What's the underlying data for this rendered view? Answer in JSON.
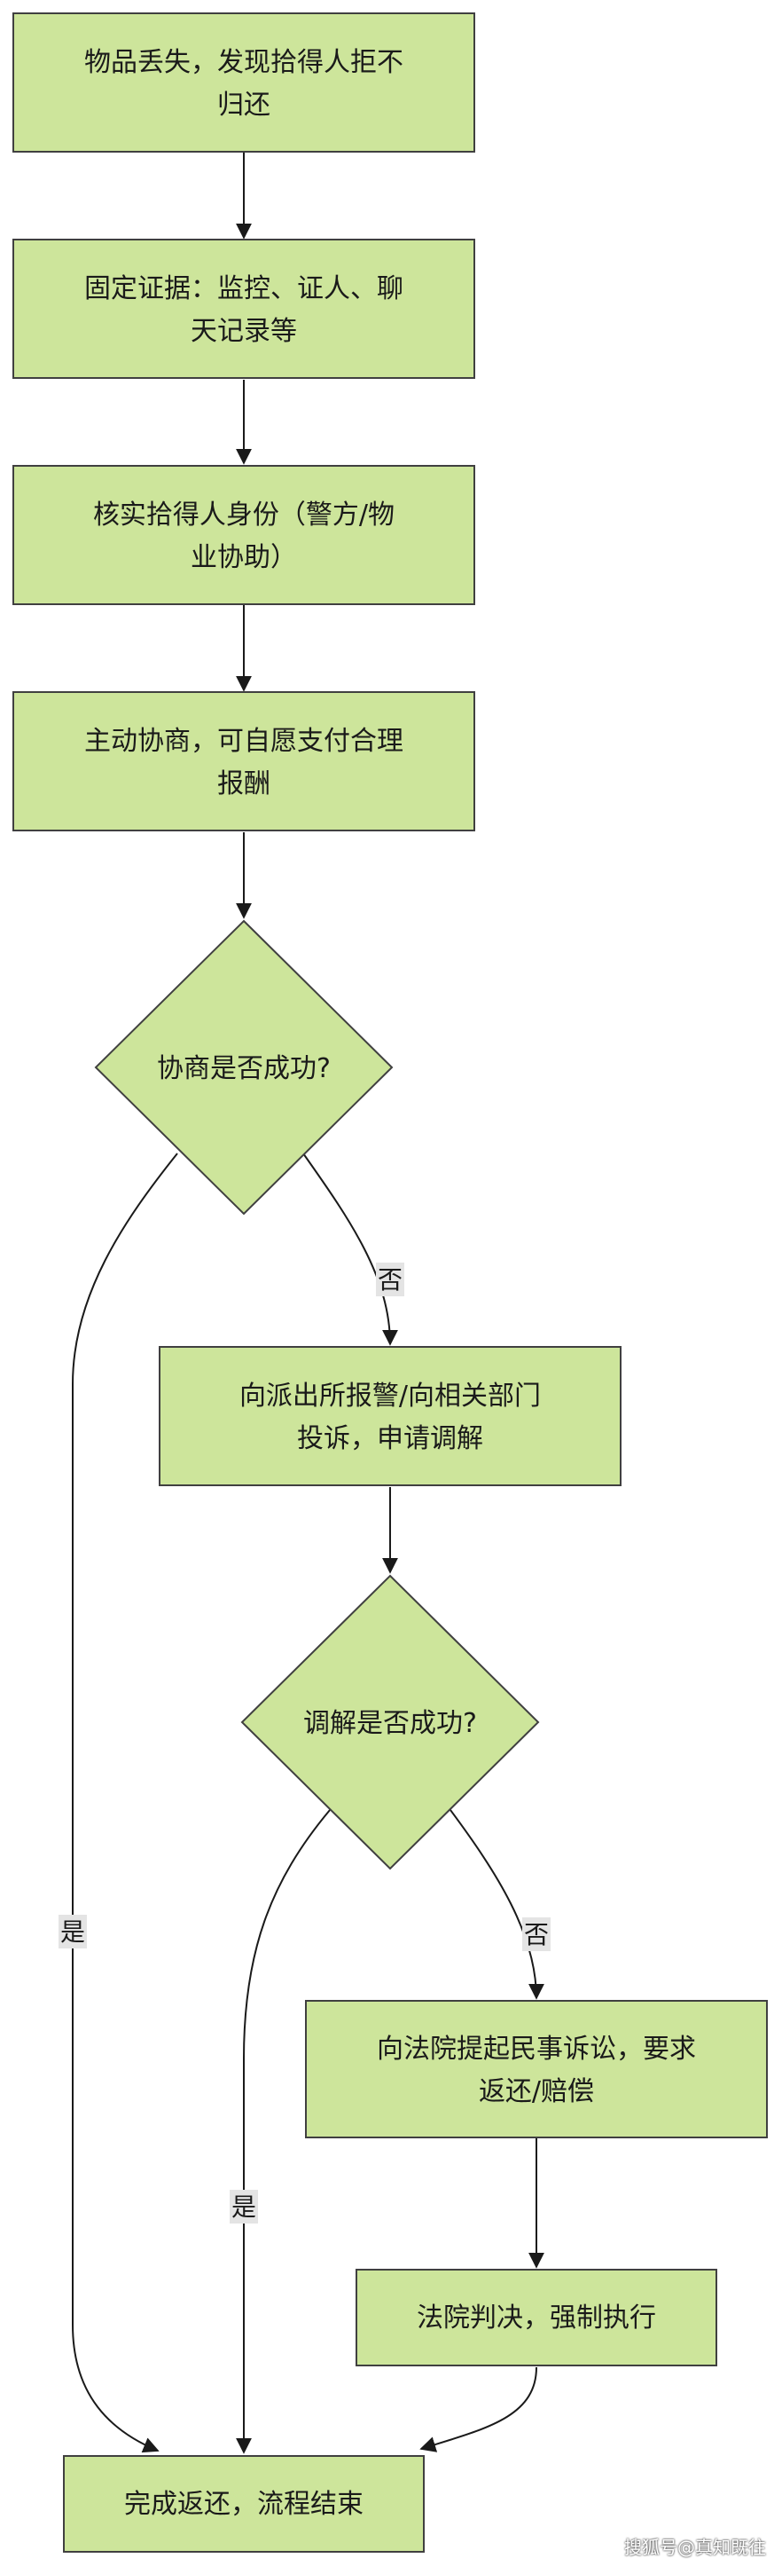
{
  "nodes": {
    "step1": [
      "物品丢失，发现拾得人拒不",
      "归还"
    ],
    "step2": [
      "固定证据：监控、证人、聊",
      "天记录等"
    ],
    "step3": [
      "核实拾得人身份（警方/物",
      "业协助）"
    ],
    "step4": [
      "主动协商，可自愿支付合理",
      "报酬"
    ],
    "decision1": [
      "协商是否成功?"
    ],
    "step5": [
      "向派出所报警/向相关部门",
      "投诉，申请调解"
    ],
    "decision2": [
      "调解是否成功?"
    ],
    "step6": [
      "向法院提起民事诉讼，要求",
      "返还/赔偿"
    ],
    "step7": [
      "法院判决，强制执行"
    ],
    "end": [
      "完成返还，流程结束"
    ]
  },
  "edge_labels": {
    "d1_no": "否",
    "d1_yes": "是",
    "d2_no": "否",
    "d2_yes": "是"
  },
  "colors": {
    "node_fill": "#cde59b",
    "node_stroke": "#404040",
    "edge": "#1a1a1a",
    "label_bg": "#e4e4e4"
  },
  "watermark": "搜狐号@真知既往"
}
